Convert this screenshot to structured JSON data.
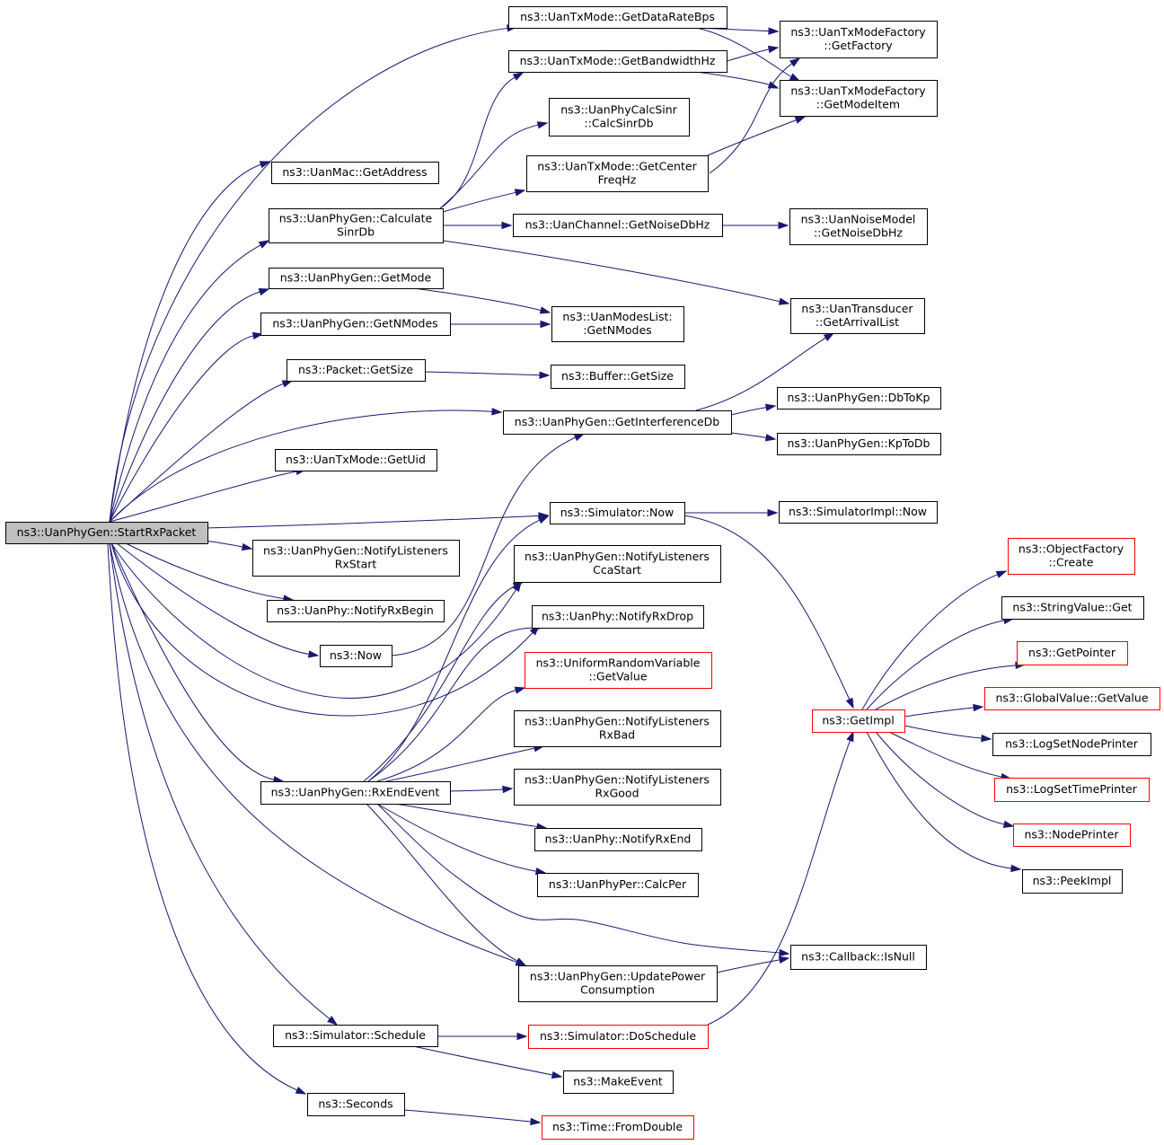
{
  "graph": {
    "nodes": [
      {
        "id": "start",
        "lines": [
          "ns3::UanPhyGen::StartRxPacket"
        ],
        "style": "root"
      },
      {
        "id": "getdatarate",
        "lines": [
          "ns3::UanTxMode::GetDataRateBps"
        ],
        "style": "normal"
      },
      {
        "id": "getbandwidth",
        "lines": [
          "ns3::UanTxMode::GetBandwidthHz"
        ],
        "style": "normal"
      },
      {
        "id": "calcsinr",
        "lines": [
          "ns3::UanPhyCalcSinr",
          "::CalcSinrDb"
        ],
        "style": "normal"
      },
      {
        "id": "getcenter",
        "lines": [
          "ns3::UanTxMode::GetCenter",
          "FreqHz"
        ],
        "style": "normal"
      },
      {
        "id": "getfactory",
        "lines": [
          "ns3::UanTxModeFactory",
          "::GetFactory"
        ],
        "style": "normal"
      },
      {
        "id": "getmodeitem",
        "lines": [
          "ns3::UanTxModeFactory",
          "::GetModeItem"
        ],
        "style": "normal"
      },
      {
        "id": "getaddress",
        "lines": [
          "ns3::UanMac::GetAddress"
        ],
        "style": "normal"
      },
      {
        "id": "calculatesinr",
        "lines": [
          "ns3::UanPhyGen::Calculate",
          "SinrDb"
        ],
        "style": "normal"
      },
      {
        "id": "channelnoise",
        "lines": [
          "ns3::UanChannel::GetNoiseDbHz"
        ],
        "style": "normal"
      },
      {
        "id": "noisemodel",
        "lines": [
          "ns3::UanNoiseModel",
          "::GetNoiseDbHz"
        ],
        "style": "normal"
      },
      {
        "id": "getmode",
        "lines": [
          "ns3::UanPhyGen::GetMode"
        ],
        "style": "normal"
      },
      {
        "id": "getnmodes",
        "lines": [
          "ns3::UanPhyGen::GetNModes"
        ],
        "style": "normal"
      },
      {
        "id": "modeslist",
        "lines": [
          "ns3::UanModesList:",
          ":GetNModes"
        ],
        "style": "normal"
      },
      {
        "id": "arrivallist",
        "lines": [
          "ns3::UanTransducer",
          "::GetArrivalList"
        ],
        "style": "normal"
      },
      {
        "id": "packetsize",
        "lines": [
          "ns3::Packet::GetSize"
        ],
        "style": "normal"
      },
      {
        "id": "buffersize",
        "lines": [
          "ns3::Buffer::GetSize"
        ],
        "style": "normal"
      },
      {
        "id": "interference",
        "lines": [
          "ns3::UanPhyGen::GetInterferenceDb"
        ],
        "style": "normal"
      },
      {
        "id": "dbtokp",
        "lines": [
          "ns3::UanPhyGen::DbToKp"
        ],
        "style": "normal"
      },
      {
        "id": "kptodb",
        "lines": [
          "ns3::UanPhyGen::KpToDb"
        ],
        "style": "normal"
      },
      {
        "id": "getuid",
        "lines": [
          "ns3::UanTxMode::GetUid"
        ],
        "style": "normal"
      },
      {
        "id": "simnow",
        "lines": [
          "ns3::Simulator::Now"
        ],
        "style": "normal"
      },
      {
        "id": "simimplnow",
        "lines": [
          "ns3::SimulatorImpl::Now"
        ],
        "style": "normal"
      },
      {
        "id": "notifyrxstart",
        "lines": [
          "ns3::UanPhyGen::NotifyListeners",
          "RxStart"
        ],
        "style": "normal"
      },
      {
        "id": "notifyccastart",
        "lines": [
          "ns3::UanPhyGen::NotifyListeners",
          "CcaStart"
        ],
        "style": "normal"
      },
      {
        "id": "notifyrxbegin",
        "lines": [
          "ns3::UanPhy::NotifyRxBegin"
        ],
        "style": "normal"
      },
      {
        "id": "notifyrxdrop",
        "lines": [
          "ns3::UanPhy::NotifyRxDrop"
        ],
        "style": "normal"
      },
      {
        "id": "now",
        "lines": [
          "ns3::Now"
        ],
        "style": "normal"
      },
      {
        "id": "uniformrv",
        "lines": [
          "ns3::UniformRandomVariable",
          "::GetValue"
        ],
        "style": "truncated"
      },
      {
        "id": "notifyrxbad",
        "lines": [
          "ns3::UanPhyGen::NotifyListeners",
          "RxBad"
        ],
        "style": "normal"
      },
      {
        "id": "rxendevent",
        "lines": [
          "ns3::UanPhyGen::RxEndEvent"
        ],
        "style": "normal"
      },
      {
        "id": "notifyrxgood",
        "lines": [
          "ns3::UanPhyGen::NotifyListeners",
          "RxGood"
        ],
        "style": "normal"
      },
      {
        "id": "notifyrxend",
        "lines": [
          "ns3::UanPhy::NotifyRxEnd"
        ],
        "style": "normal"
      },
      {
        "id": "calcper",
        "lines": [
          "ns3::UanPhyPer::CalcPer"
        ],
        "style": "normal"
      },
      {
        "id": "isnull",
        "lines": [
          "ns3::Callback::IsNull"
        ],
        "style": "normal"
      },
      {
        "id": "updatepower",
        "lines": [
          "ns3::UanPhyGen::UpdatePower",
          "Consumption"
        ],
        "style": "normal"
      },
      {
        "id": "schedule",
        "lines": [
          "ns3::Simulator::Schedule"
        ],
        "style": "normal"
      },
      {
        "id": "doschedule",
        "lines": [
          "ns3::Simulator::DoSchedule"
        ],
        "style": "truncated"
      },
      {
        "id": "makeevent",
        "lines": [
          "ns3::MakeEvent"
        ],
        "style": "normal"
      },
      {
        "id": "seconds",
        "lines": [
          "ns3::Seconds"
        ],
        "style": "normal"
      },
      {
        "id": "fromdouble",
        "lines": [
          "ns3::Time::FromDouble"
        ],
        "style": "truncated"
      },
      {
        "id": "getimpl",
        "lines": [
          "ns3::GetImpl"
        ],
        "style": "truncated"
      },
      {
        "id": "objfactory",
        "lines": [
          "ns3::ObjectFactory",
          "::Create"
        ],
        "style": "truncated"
      },
      {
        "id": "stringvalue",
        "lines": [
          "ns3::StringValue::Get"
        ],
        "style": "normal"
      },
      {
        "id": "getpointer",
        "lines": [
          "ns3::GetPointer"
        ],
        "style": "truncated"
      },
      {
        "id": "globalvalue",
        "lines": [
          "ns3::GlobalValue::GetValue"
        ],
        "style": "truncated"
      },
      {
        "id": "lognodeprinter",
        "lines": [
          "ns3::LogSetNodePrinter"
        ],
        "style": "normal"
      },
      {
        "id": "logtimeprinter",
        "lines": [
          "ns3::LogSetTimePrinter"
        ],
        "style": "truncated"
      },
      {
        "id": "nodeprinter",
        "lines": [
          "ns3::NodePrinter"
        ],
        "style": "truncated"
      },
      {
        "id": "peekimpl",
        "lines": [
          "ns3::PeekImpl"
        ],
        "style": "normal"
      }
    ],
    "edges": [
      [
        "start",
        "getdatarate"
      ],
      [
        "start",
        "getaddress"
      ],
      [
        "start",
        "calculatesinr"
      ],
      [
        "start",
        "getmode"
      ],
      [
        "start",
        "getnmodes"
      ],
      [
        "start",
        "packetsize"
      ],
      [
        "start",
        "interference"
      ],
      [
        "start",
        "getuid"
      ],
      [
        "start",
        "simnow"
      ],
      [
        "start",
        "notifyrxstart"
      ],
      [
        "start",
        "notifyrxbegin"
      ],
      [
        "start",
        "now"
      ],
      [
        "start",
        "notifyccastart"
      ],
      [
        "start",
        "notifyrxdrop"
      ],
      [
        "start",
        "rxendevent"
      ],
      [
        "start",
        "updatepower"
      ],
      [
        "start",
        "schedule"
      ],
      [
        "start",
        "seconds"
      ],
      [
        "getdatarate",
        "getfactory"
      ],
      [
        "getdatarate",
        "getmodeitem"
      ],
      [
        "getbandwidth",
        "getfactory"
      ],
      [
        "getbandwidth",
        "getmodeitem"
      ],
      [
        "getcenter",
        "getfactory"
      ],
      [
        "getcenter",
        "getmodeitem"
      ],
      [
        "calculatesinr",
        "getbandwidth"
      ],
      [
        "calculatesinr",
        "calcsinr"
      ],
      [
        "calculatesinr",
        "getcenter"
      ],
      [
        "calculatesinr",
        "channelnoise"
      ],
      [
        "calculatesinr",
        "arrivallist"
      ],
      [
        "channelnoise",
        "noisemodel"
      ],
      [
        "getmode",
        "modeslist"
      ],
      [
        "getnmodes",
        "modeslist"
      ],
      [
        "packetsize",
        "buffersize"
      ],
      [
        "interference",
        "arrivallist"
      ],
      [
        "interference",
        "dbtokp"
      ],
      [
        "interference",
        "kptodb"
      ],
      [
        "simnow",
        "simimplnow"
      ],
      [
        "simnow",
        "getimpl"
      ],
      [
        "now",
        "interference"
      ],
      [
        "rxendevent",
        "notifyccastart"
      ],
      [
        "rxendevent",
        "notifyrxdrop"
      ],
      [
        "rxendevent",
        "simnow"
      ],
      [
        "rxendevent",
        "uniformrv"
      ],
      [
        "rxendevent",
        "notifyrxbad"
      ],
      [
        "rxendevent",
        "notifyrxgood"
      ],
      [
        "rxendevent",
        "notifyrxend"
      ],
      [
        "rxendevent",
        "calcper"
      ],
      [
        "rxendevent",
        "isnull"
      ],
      [
        "rxendevent",
        "updatepower"
      ],
      [
        "updatepower",
        "isnull"
      ],
      [
        "schedule",
        "doschedule"
      ],
      [
        "schedule",
        "makeevent"
      ],
      [
        "doschedule",
        "getimpl"
      ],
      [
        "seconds",
        "fromdouble"
      ],
      [
        "getimpl",
        "objfactory"
      ],
      [
        "getimpl",
        "stringvalue"
      ],
      [
        "getimpl",
        "getpointer"
      ],
      [
        "getimpl",
        "globalvalue"
      ],
      [
        "getimpl",
        "lognodeprinter"
      ],
      [
        "getimpl",
        "logtimeprinter"
      ],
      [
        "getimpl",
        "nodeprinter"
      ],
      [
        "getimpl",
        "peekimpl"
      ]
    ],
    "colors": {
      "edge": "#191970",
      "node_border": "#000000",
      "truncated_border": "#ff0000",
      "root_fill": "#bfbfbf"
    }
  }
}
